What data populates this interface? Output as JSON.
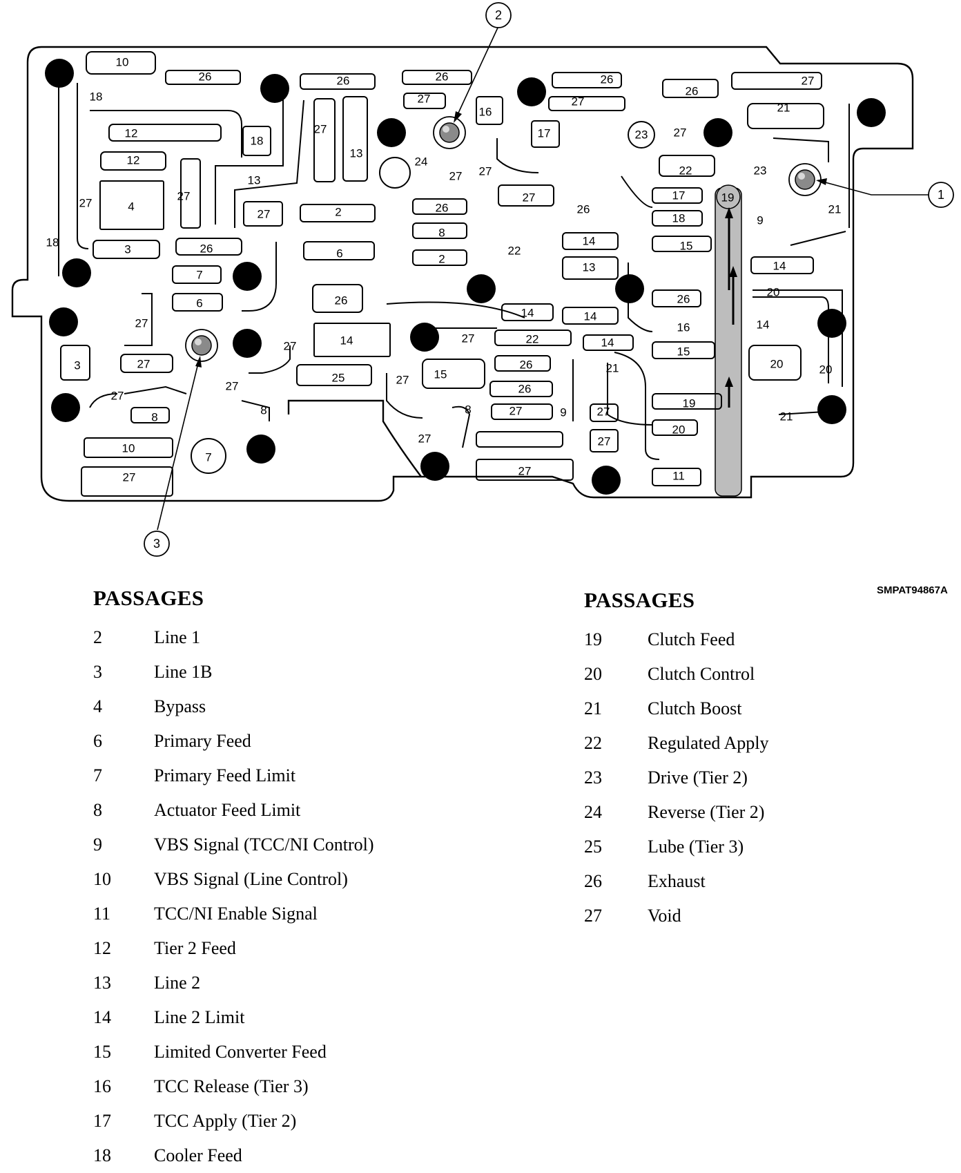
{
  "drawing_code": "SMPAT94867A",
  "callouts": [
    "1",
    "2",
    "3"
  ],
  "diagram_labels": {
    "p10a": "10",
    "p26a": "26",
    "p26b": "26",
    "p26c": "26",
    "p26d": "26",
    "p26e": "26",
    "p27a": "27",
    "p27b": "27",
    "p27c": "27",
    "p18a": "18",
    "p12a": "12",
    "p18b": "18",
    "p27d": "27",
    "p13a": "13",
    "p27e": "27",
    "p16a": "16",
    "p17a": "17",
    "p23a": "23",
    "p27f": "27",
    "p21a": "21",
    "p12b": "12",
    "p24a": "24",
    "p27g": "27",
    "p27h": "27",
    "p22a": "22",
    "p23b": "23",
    "p13b": "13",
    "p27i": "27",
    "p4a": "4",
    "p27j": "27",
    "p27k": "27",
    "p2a": "2",
    "p26f": "26",
    "p27l": "27",
    "p26g": "26",
    "p17b": "17",
    "p19a": "19",
    "p9a": "9",
    "p21b": "21",
    "p18c": "18",
    "p8a": "8",
    "p22b": "22",
    "p14a": "14",
    "p18d": "18",
    "p15a": "15",
    "p3a": "3",
    "p26h": "26",
    "p6a": "6",
    "p2b": "2",
    "p13c": "13",
    "p14b": "14",
    "p7a": "7",
    "p20a": "20",
    "p26i": "26",
    "p6b": "6",
    "p14c": "14",
    "p14d": "14",
    "p26j": "26",
    "p16b": "16",
    "p14e": "14",
    "p27m": "27",
    "p27n": "27",
    "p14f": "14",
    "p27o": "27",
    "p22c": "22",
    "p14g": "14",
    "p15b": "15",
    "p20b": "20",
    "p3b": "3",
    "p27p": "27",
    "p26k": "26",
    "p21c": "21",
    "p20c": "20",
    "p25a": "25",
    "p27q": "27",
    "p15c": "15",
    "p27r": "27",
    "p26l": "26",
    "p27s": "27",
    "p19b": "19",
    "p8b": "8",
    "p27t": "27",
    "p9b": "9",
    "p27u": "27",
    "p21d": "21",
    "p8c": "8",
    "p20d": "20",
    "p10b": "10",
    "p7b": "7",
    "p27v": "27",
    "p27w": "27",
    "p27x": "27",
    "p27y": "27",
    "p11a": "11"
  },
  "legend_left": {
    "heading": "PASSAGES",
    "items": [
      {
        "num": "2",
        "name": "Line 1"
      },
      {
        "num": "3",
        "name": "Line 1B"
      },
      {
        "num": "4",
        "name": "Bypass"
      },
      {
        "num": "6",
        "name": "Primary Feed"
      },
      {
        "num": "7",
        "name": "Primary Feed Limit"
      },
      {
        "num": "8",
        "name": "Actuator Feed Limit"
      },
      {
        "num": "9",
        "name": "VBS Signal (TCC/NI Control)"
      },
      {
        "num": "10",
        "name": "VBS Signal (Line Control)"
      },
      {
        "num": "11",
        "name": "TCC/NI Enable Signal"
      },
      {
        "num": "12",
        "name": "Tier 2 Feed"
      },
      {
        "num": "13",
        "name": "Line 2"
      },
      {
        "num": "14",
        "name": "Line 2 Limit"
      },
      {
        "num": "15",
        "name": "Limited Converter Feed"
      },
      {
        "num": "16",
        "name": "TCC Release (Tier 3)"
      },
      {
        "num": "17",
        "name": "TCC Apply (Tier 2)"
      },
      {
        "num": "18",
        "name": "Cooler Feed"
      }
    ]
  },
  "legend_right": {
    "heading": "PASSAGES",
    "items": [
      {
        "num": "19",
        "name": "Clutch Feed"
      },
      {
        "num": "20",
        "name": "Clutch Control"
      },
      {
        "num": "21",
        "name": "Clutch Boost"
      },
      {
        "num": "22",
        "name": "Regulated Apply"
      },
      {
        "num": "23",
        "name": "Drive (Tier 2)"
      },
      {
        "num": "24",
        "name": "Reverse (Tier 2)"
      },
      {
        "num": "25",
        "name": "Lube (Tier 3)"
      },
      {
        "num": "26",
        "name": "Exhaust"
      },
      {
        "num": "27",
        "name": "Void"
      }
    ]
  }
}
